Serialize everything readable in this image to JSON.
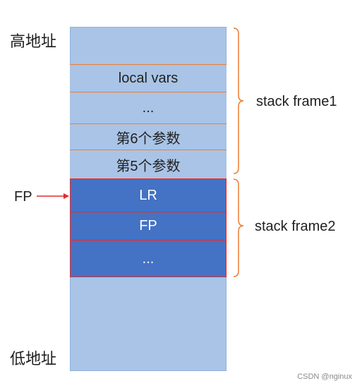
{
  "labels": {
    "high_address": "高地址",
    "low_address": "低地址",
    "fp_pointer": "FP"
  },
  "frame1": {
    "label": "stack frame1",
    "cells": [
      "local vars",
      "...",
      "第6个参数",
      "第5个参数"
    ]
  },
  "frame2": {
    "label": "stack frame2",
    "cells": [
      "LR",
      "FP",
      "..."
    ]
  },
  "watermark": "CSDN @nginux",
  "colors": {
    "frame1_fill": "#a9c4e6",
    "frame2_fill": "#4472c4",
    "divider_orange": "#ed7d31",
    "highlight_red": "#e32b2b"
  }
}
